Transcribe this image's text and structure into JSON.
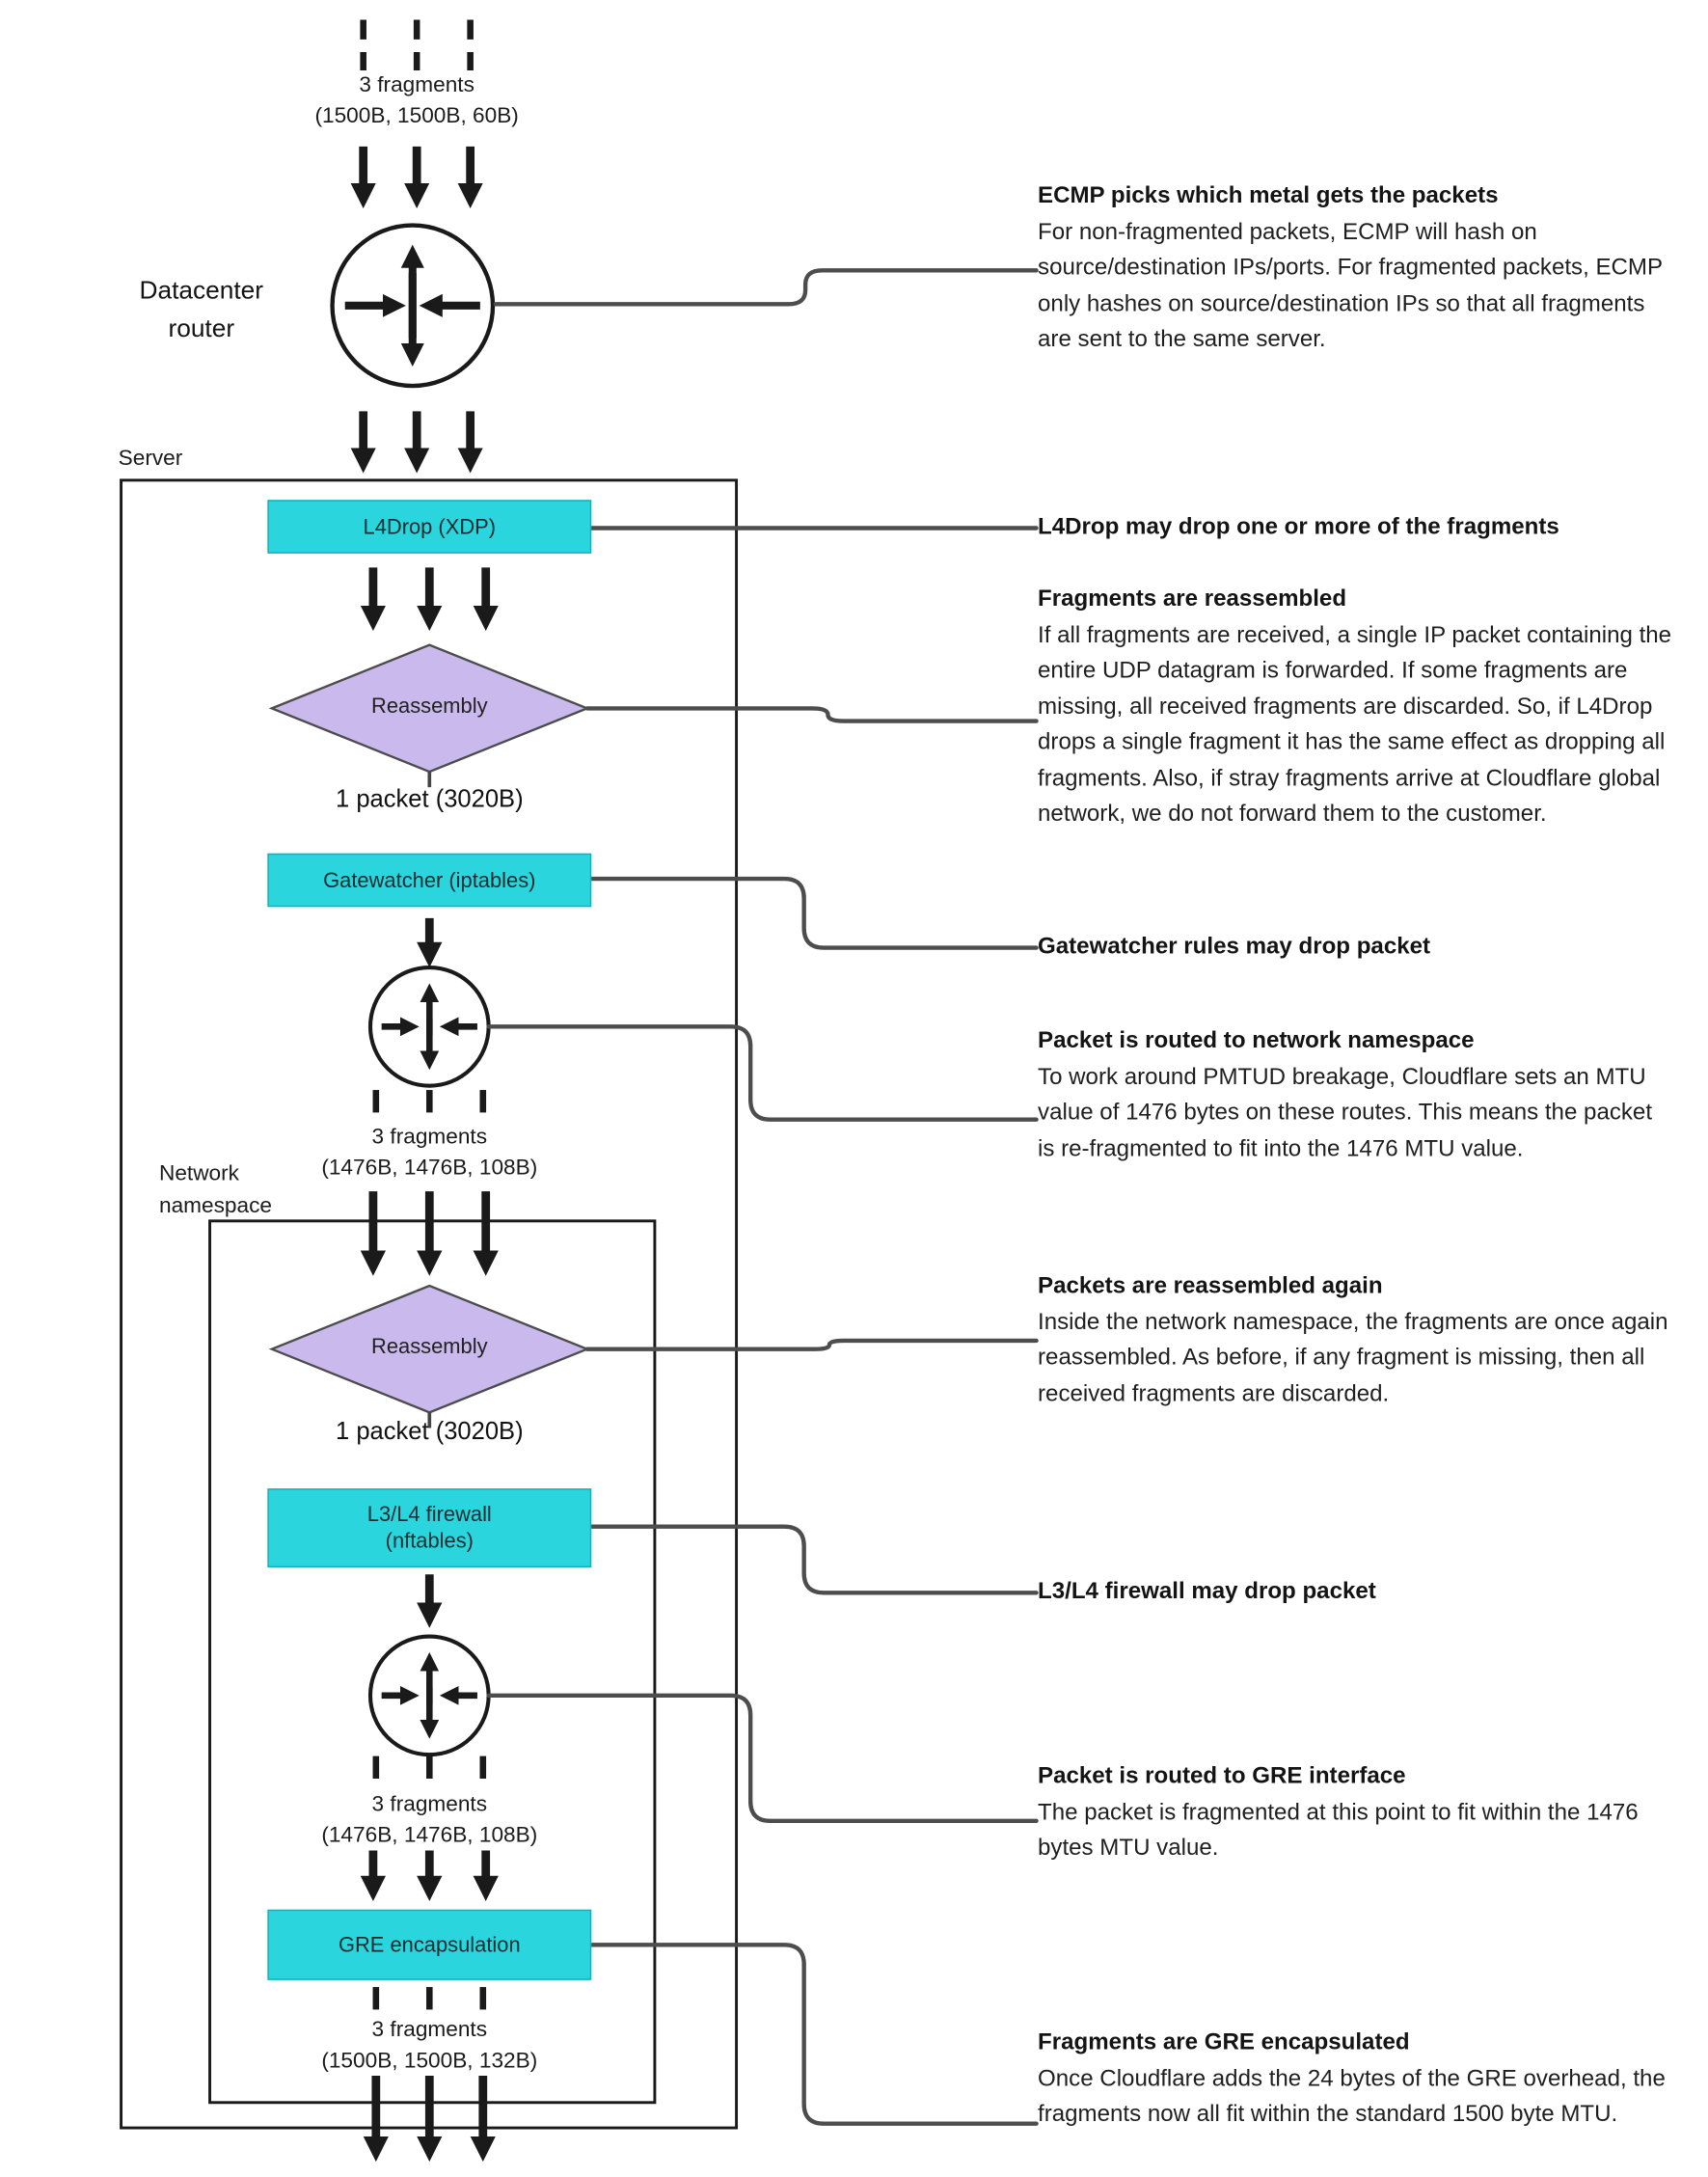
{
  "colors": {
    "process_fill": "#2bd5de",
    "process_border": "#14b0bc",
    "decision_fill": "#c9b9ec",
    "connector": "#4d4d4d",
    "ink": "#1a1a1a"
  },
  "labels": {
    "datacenter_router": "Datacenter router",
    "server": "Server",
    "network_namespace": "Network namespace",
    "packet_1": "1 packet (3020B)",
    "packet_2": "1 packet (3020B)"
  },
  "nodes": {
    "l4drop": "L4Drop (XDP)",
    "reassembly_1": "Reassembly",
    "gatewatcher": "Gatewatcher (iptables)",
    "reassembly_2": "Reassembly",
    "firewall_line1": "L3/L4 firewall",
    "firewall_line2": "(nftables)",
    "gre": "GRE encapsulation"
  },
  "fragments": [
    {
      "count": "3 fragments",
      "sizes": "(1500B, 1500B, 60B)"
    },
    {
      "count": "3 fragments",
      "sizes": "(1476B, 1476B, 108B)"
    },
    {
      "count": "3 fragments",
      "sizes": "(1476B, 1476B, 108B)"
    },
    {
      "count": "3 fragments",
      "sizes": "(1500B, 1500B, 132B)"
    }
  ],
  "annotations": [
    {
      "title": "ECMP picks which metal gets the packets",
      "body": "For non-fragmented packets, ECMP will hash on source/destination IPs/ports. For fragmented packets, ECMP only hashes on source/destination IPs so that all fragments are sent to the same server."
    },
    {
      "title": "L4Drop may drop one or more of the fragments",
      "body": ""
    },
    {
      "title": "Fragments are reassembled",
      "body": "If all fragments are received, a single IP packet containing the entire UDP datagram is forwarded. If some fragments are missing, all received fragments are discarded. So, if L4Drop drops a single fragment it has the same effect as dropping all fragments. Also, if stray fragments arrive at Cloudflare global network, we do not forward them to the customer."
    },
    {
      "title": "Gatewatcher rules may drop packet",
      "body": ""
    },
    {
      "title": "Packet is routed to network namespace",
      "body": "To work around PMTUD breakage, Cloudflare sets an MTU value of 1476 bytes on these routes. This means the packet is re-fragmented to fit into the 1476 MTU value."
    },
    {
      "title": "Packets are reassembled again",
      "body": "Inside the network namespace, the fragments are once again reassembled. As before, if any fragment is missing, then all received fragments are discarded."
    },
    {
      "title": "L3/L4 firewall may drop packet",
      "body": ""
    },
    {
      "title": "Packet is routed to GRE interface",
      "body": "The packet is fragmented at this point to fit within the 1476 bytes MTU value."
    },
    {
      "title": "Fragments are GRE encapsulated",
      "body": "Once Cloudflare adds the 24 bytes of the GRE overhead, the fragments now all fit within the standard 1500 byte MTU."
    }
  ]
}
